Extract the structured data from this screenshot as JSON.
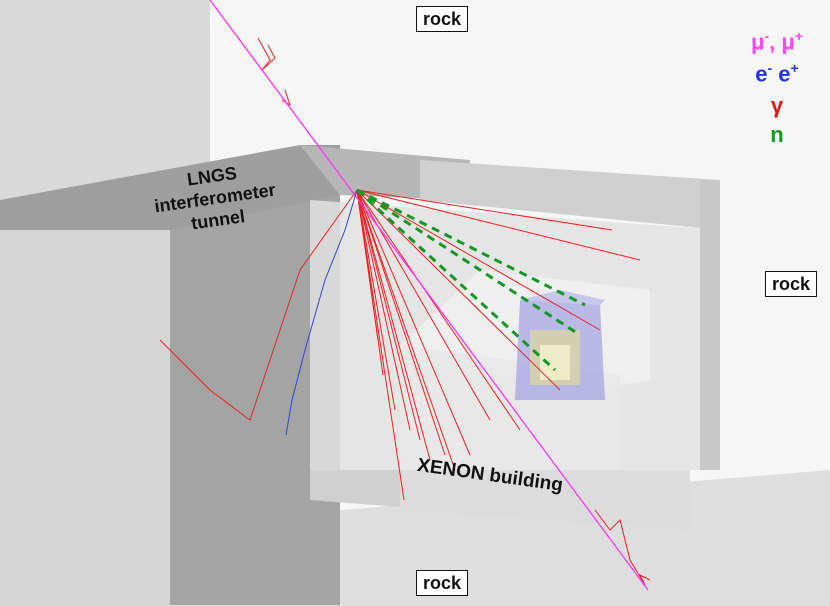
{
  "labels": {
    "rock_top": "rock",
    "rock_right": "rock",
    "rock_bottom": "rock",
    "tunnel": [
      "LNGS",
      "interferometer",
      "tunnel"
    ],
    "building": "XENON building"
  },
  "legend": {
    "muons": {
      "base1": "μ",
      "sup1": "-",
      "sep": ", ",
      "base2": "μ",
      "sup2": "+",
      "color": "#ff44ff"
    },
    "electrons": {
      "base1": "e",
      "sup1": "-",
      "sep": " ",
      "base2": "e",
      "sup2": "+",
      "color": "#2233ee"
    },
    "gamma": {
      "text": "γ",
      "color": "#ee1111"
    },
    "neutron": {
      "text": "n",
      "color": "#119922"
    }
  },
  "colors": {
    "muon_track": "#ff33ff",
    "electron_track": "#3344dd",
    "gamma_track": "#ee2222",
    "neutron_track": "#119922",
    "detector": "#8a8ce0"
  }
}
